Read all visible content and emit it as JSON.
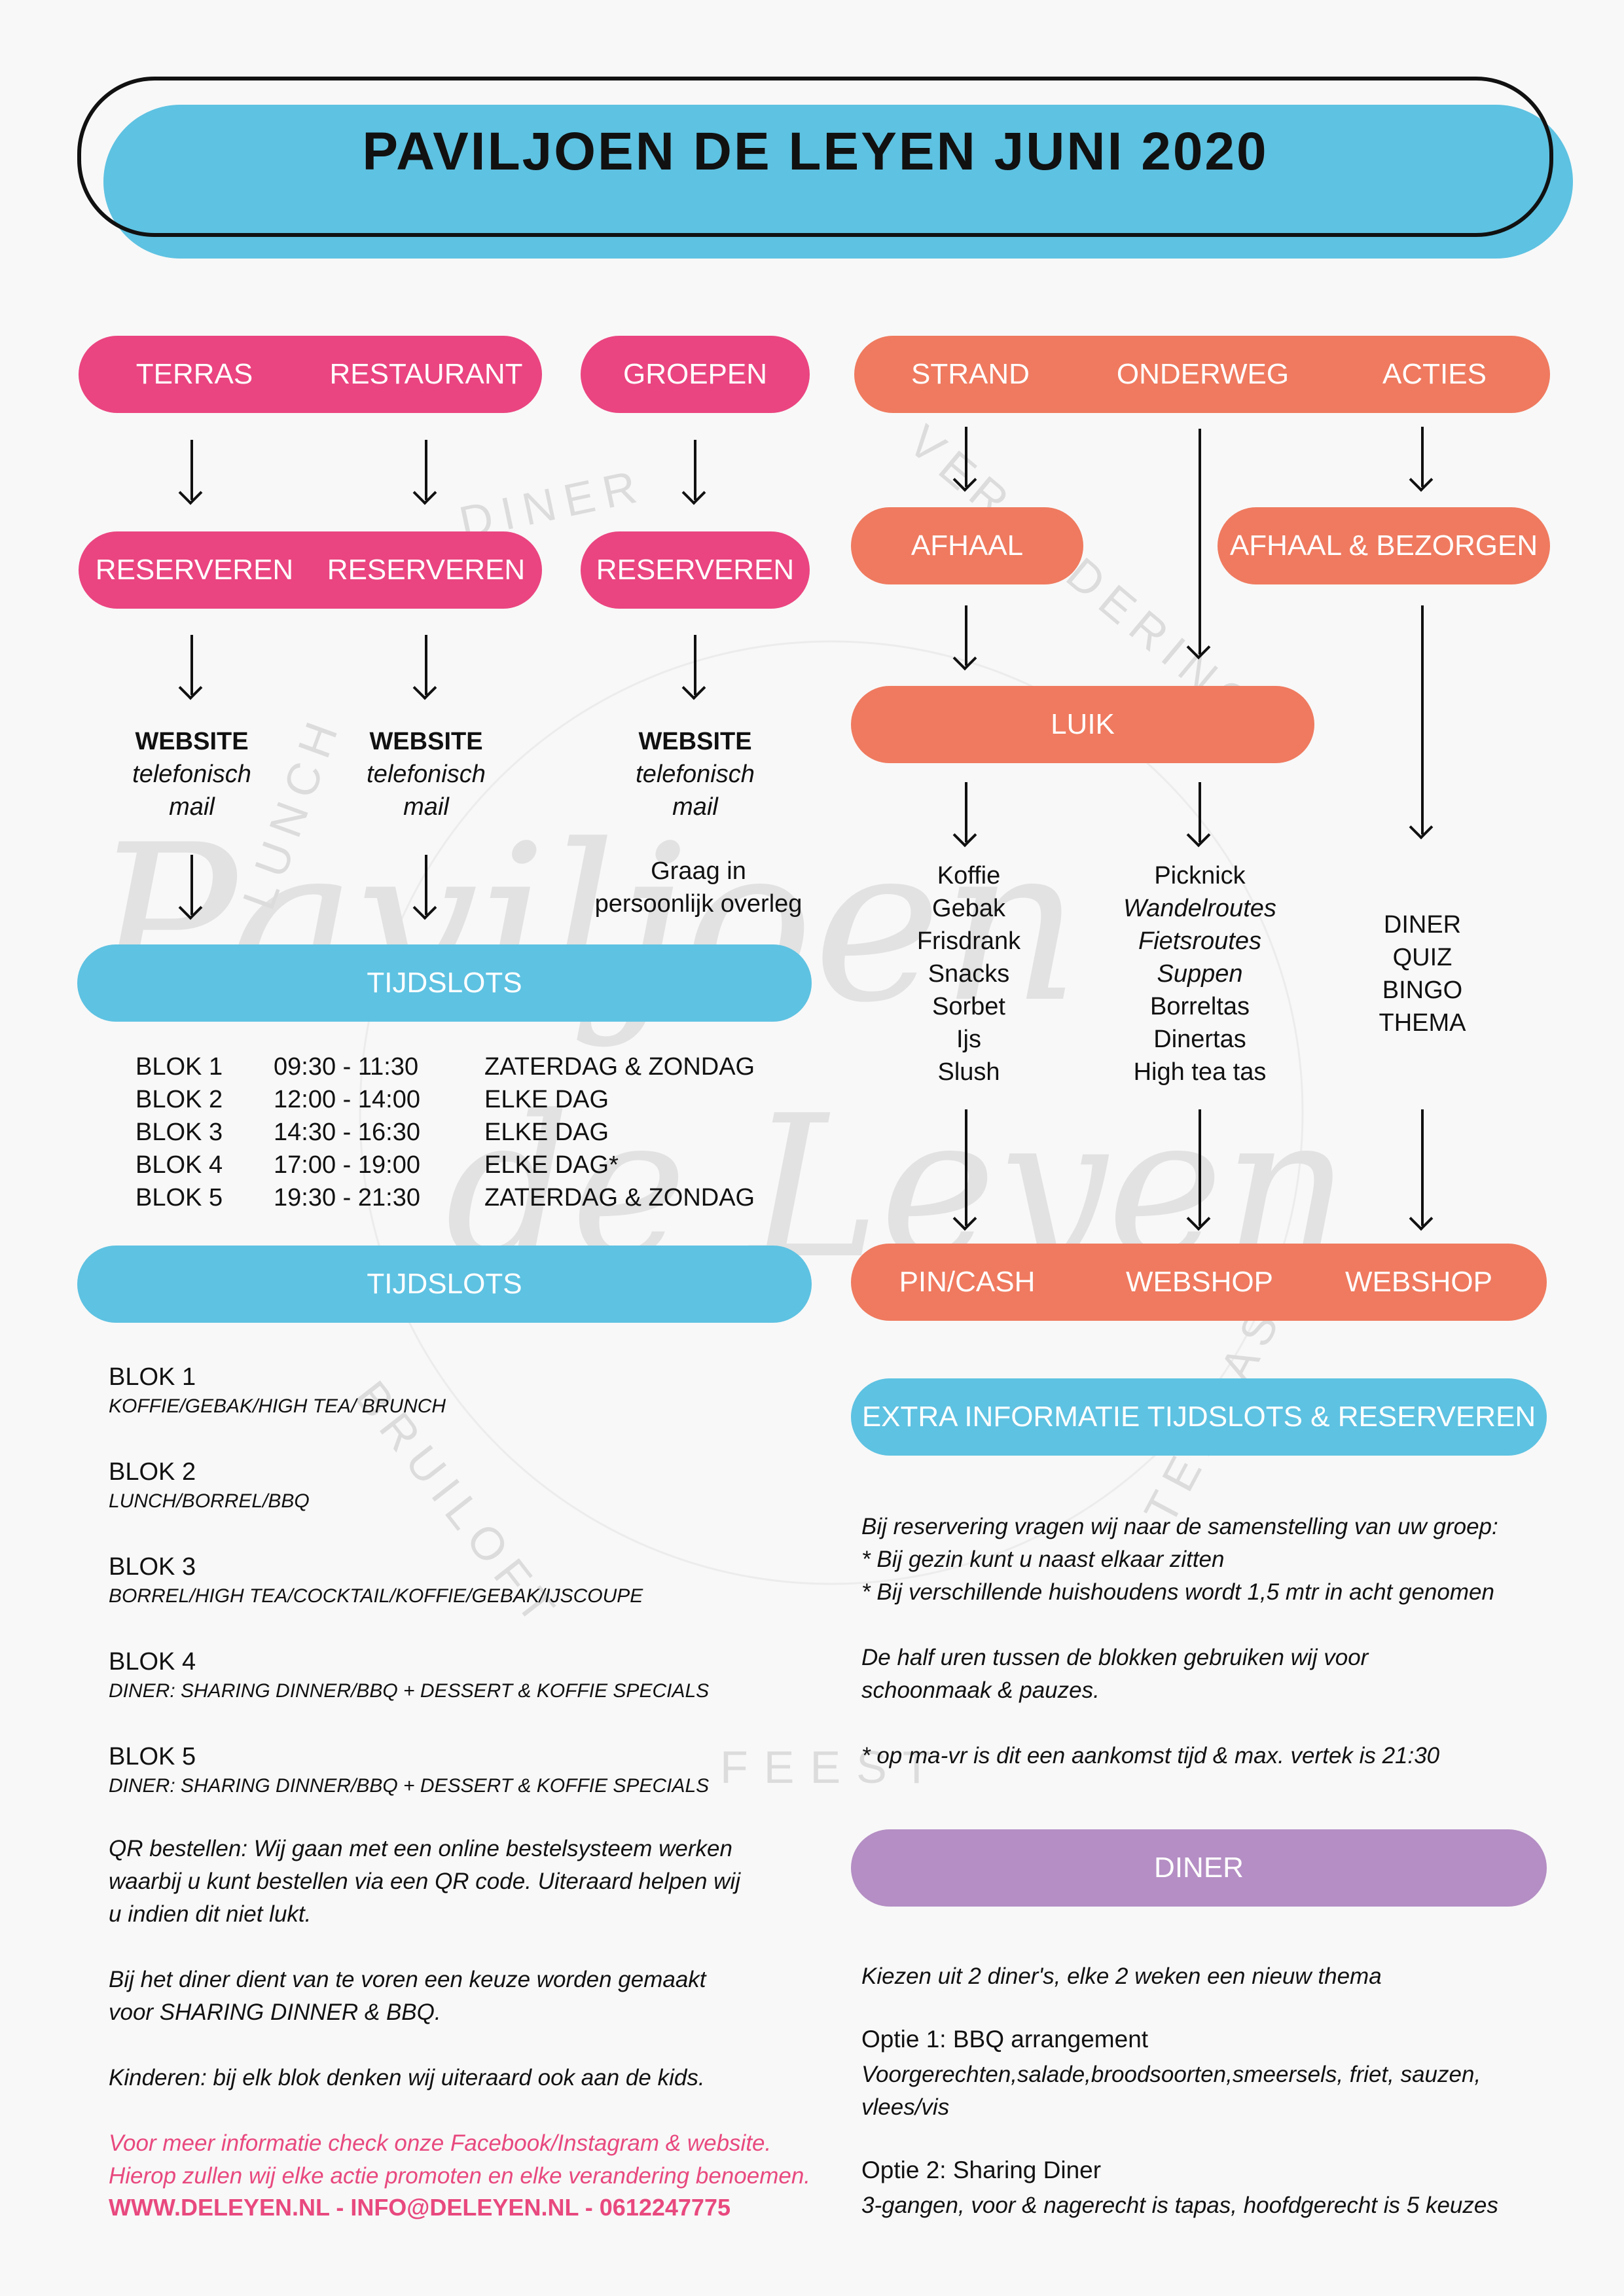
{
  "title": "PAVILJOEN DE LEYEN JUNI 2020",
  "watermark": {
    "script_top": "Paviljoen",
    "script_bottom": "de Leyen",
    "ring_words": [
      "LUNCH",
      "DINER",
      "VERGADERING",
      "TERRAS",
      "FEEST",
      "BRUILOFT"
    ]
  },
  "left_header": {
    "pill1": [
      "TERRAS",
      "RESTAURANT"
    ],
    "pill2": "GROEPEN"
  },
  "left_reserve": {
    "pill1": [
      "RESERVEREN",
      "RESERVEREN"
    ],
    "pill2": "RESERVEREN"
  },
  "contact_cols": [
    {
      "main": "WEBSITE",
      "l2": "telefonisch",
      "l3": "mail"
    },
    {
      "main": "WEBSITE",
      "l2": "telefonisch",
      "l3": "mail"
    },
    {
      "main": "WEBSITE",
      "l2": "telefonisch",
      "l3": "mail"
    }
  ],
  "groepen_note": [
    "Graag in",
    "persoonlijk overleg"
  ],
  "tijdslots_label_1": "TIJDSLOTS",
  "tijdslots_label_2": "TIJDSLOTS",
  "timeslots": [
    {
      "block": "BLOK 1",
      "time": "09:30 - 11:30",
      "days": "ZATERDAG & ZONDAG"
    },
    {
      "block": "BLOK 2",
      "time": "12:00 - 14:00",
      "days": "ELKE DAG"
    },
    {
      "block": "BLOK 3",
      "time": "14:30 - 16:30",
      "days": "ELKE DAG"
    },
    {
      "block": "BLOK 4",
      "time": "17:00 - 19:00",
      "days": "ELKE DAG*"
    },
    {
      "block": "BLOK 5",
      "time": "19:30 - 21:30",
      "days": "ZATERDAG & ZONDAG"
    }
  ],
  "block_details": [
    {
      "title": "BLOK 1",
      "desc": "KOFFIE/GEBAK/HIGH TEA/ BRUNCH"
    },
    {
      "title": "BLOK 2",
      "desc": "LUNCH/BORREL/BBQ"
    },
    {
      "title": "BLOK 3",
      "desc": "BORREL/HIGH TEA/COCKTAIL/KOFFIE/GEBAK/IJSCOUPE"
    },
    {
      "title": "BLOK 4",
      "desc": "DINER: SHARING DINNER/BBQ + DESSERT & KOFFIE SPECIALS"
    },
    {
      "title": "BLOK 5",
      "desc": "DINER: SHARING DINNER/BBQ + DESSERT & KOFFIE SPECIALS"
    }
  ],
  "qr_text": [
    "QR bestellen: Wij gaan met een online bestelsysteem werken",
    "waarbij u kunt bestellen via een QR code. Uiteraard helpen wij",
    "u indien dit niet lukt."
  ],
  "diner_choice_text": [
    "Bij het diner dient van te voren een keuze worden gemaakt",
    "voor SHARING DINNER & BBQ."
  ],
  "kids_text": "Kinderen: bij elk blok denken wij uiteraard ook aan de kids.",
  "contact_info": [
    "Voor meer informatie check onze Facebook/Instagram & website.",
    "Hierop zullen wij elke actie promoten en elke verandering benoemen."
  ],
  "contact_line": "WWW.DELEYEN.NL - INFO@DELEYEN.NL - 0612247775",
  "right_header": [
    "STRAND",
    "ONDERWEG",
    "ACTIES"
  ],
  "afhaal": "AFHAAL",
  "afhaal_bezorgen": "AFHAAL & BEZORGEN",
  "luik": "LUIK",
  "strand_items": [
    "Koffie",
    "Gebak",
    "Frisdrank",
    "Snacks",
    "Sorbet",
    "Ijs",
    "Slush"
  ],
  "onderweg_items": [
    {
      "text": "Picknick",
      "style": "b"
    },
    {
      "text": "Wandelroutes",
      "style": "i"
    },
    {
      "text": "Fietsroutes",
      "style": "i"
    },
    {
      "text": "Suppen",
      "style": "i"
    },
    {
      "text": "Borreltas",
      "style": "b"
    },
    {
      "text": "Dinertas",
      "style": "b"
    },
    {
      "text": "High tea tas",
      "style": "b"
    }
  ],
  "acties_items": [
    "DINER",
    "QUIZ",
    "BINGO",
    "THEMA"
  ],
  "payment": [
    "PIN/CASH",
    "WEBSHOP",
    "WEBSHOP"
  ],
  "extra_info_label": "EXTRA INFORMATIE TIJDSLOTS & RESERVEREN",
  "extra_info_text": [
    "Bij reservering vragen wij naar de samenstelling van uw groep:",
    "* Bij gezin kunt u naast elkaar zitten",
    "* Bij verschillende huishoudens wordt 1,5 mtr in acht genomen",
    "",
    "De half uren tussen de blokken gebruiken wij voor",
    "schoonmaak & pauzes.",
    "",
    "* op ma-vr is dit een aankomst tijd & max. vertek is 21:30"
  ],
  "diner_label": "DINER",
  "diner_intro": "Kiezen uit 2 diner's, elke 2 weken een nieuw thema",
  "option1_title": "Optie 1: BBQ arrangement",
  "option1_text": [
    "Voorgerechten,salade,broodsoorten,smeersels, friet, sauzen,",
    "vlees/vis"
  ],
  "option2_title": "Optie 2: Sharing Diner",
  "option2_text": "3-gangen, voor & nagerecht is tapas, hoofdgerecht is 5 keuzes",
  "colors": {
    "pink": "#ea4580",
    "orange": "#ef7a5f",
    "blue": "#5ec2e2",
    "purple": "#b48ec4",
    "contact_pink": "#e8497e"
  }
}
